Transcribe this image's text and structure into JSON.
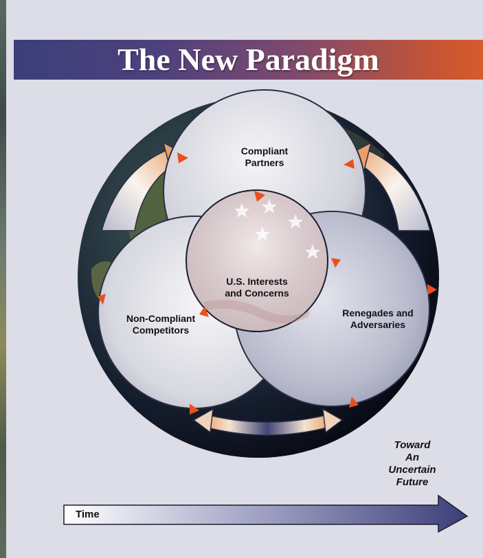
{
  "title": "The New Paradigm",
  "circles": {
    "top": "Compliant\nPartners",
    "center": "U.S. Interests\nand Concerns",
    "left": "Non-Compliant\nCompetitors",
    "right": "Renegades and\nAdversaries"
  },
  "future_label": "Toward\nAn\nUncertain\nFuture",
  "time_label": "Time",
  "colors": {
    "title_gradient_start": "#3b3f79",
    "title_gradient_end": "#d75a2a",
    "arrowhead": "#e8501e",
    "time_arrow": "#3b3f79"
  }
}
